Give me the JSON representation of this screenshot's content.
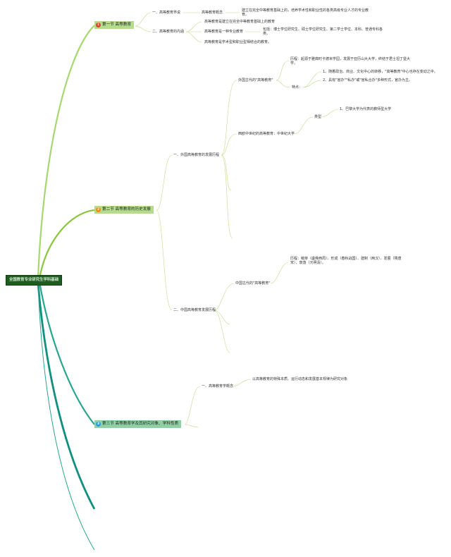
{
  "root": {
    "label": "全国教育专业研究生学科基础"
  },
  "sections": [
    {
      "badge": "1",
      "title": "第一节 高等教育",
      "badge_color": "#d9482b"
    },
    {
      "badge": "2",
      "title": "第二节 高等教育的历史发展",
      "badge_color": "#f08a24"
    },
    {
      "badge": "3",
      "title": "第三节 高等教育学及其研究对象、学科性质",
      "badge_color": "#2f9ee0"
    }
  ],
  "s1": {
    "b1": "一、高等教育界说",
    "b1_concept": "高等教育概念",
    "b1_concept_def": "建立在完全中等教育基础上的，培养学术性和职业性的各类高级专业人才的专业教育。",
    "b2": "二、高等教育的内涵",
    "b2_a": "高等教育是建立在完全中等教育基础上的教育",
    "b2_b": "高等教育是一种专业教育",
    "b2_b_detail": "包括：博士学位研究生、硕士学位研究生、第二学士学位、本科、普通专科各类。",
    "b2_c": "高等教育是学术型和职业型相结合的教育。"
  },
  "s2": {
    "b1": "一、外国高等教育的发展历程",
    "foreign_ancient": "外国古代的\"高等教育\"",
    "fa_history": "历程：起源于雅典时卡德米学园，发展于亚历山大大学，终结于君士坦丁堡大学。",
    "fa_features": "特点：",
    "fa_f1": "1、随着政治、商业、文化中心的转移，\"高等教育\"中心也存在变动之中。",
    "fa_f2": "2、具有\"官办\"\"私办\"或\"官私合办\"多种形式，官办为主。",
    "medieval": "西欧中世纪的高等教育：中世纪大学",
    "medieval_type": "类型",
    "medieval_type_1": "1、巴黎大学为代表的教师型大学",
    "b2": "二、中国高等教育发展历程",
    "china_ancient": "中国古代的\"高等教育\"",
    "ca_history": "历程：萌芽（虞舜西周）、形成（春秋战国）、建制（两汉）、发展（隋唐宋）、衰落（元明清）。"
  },
  "s3": {
    "b1": "一、高等教育学概念",
    "b1_def": "以高等教育的特殊本质、运行动态和发展基本规律为研究对象"
  },
  "colors": {
    "root_bg": "#1f5c1f",
    "branch_1": "#a6d86f",
    "branch_2": "#8cc63f",
    "branch_3": "#2ba58f",
    "branch_4": "#118f7f",
    "thin_line": "#c5d98f"
  }
}
